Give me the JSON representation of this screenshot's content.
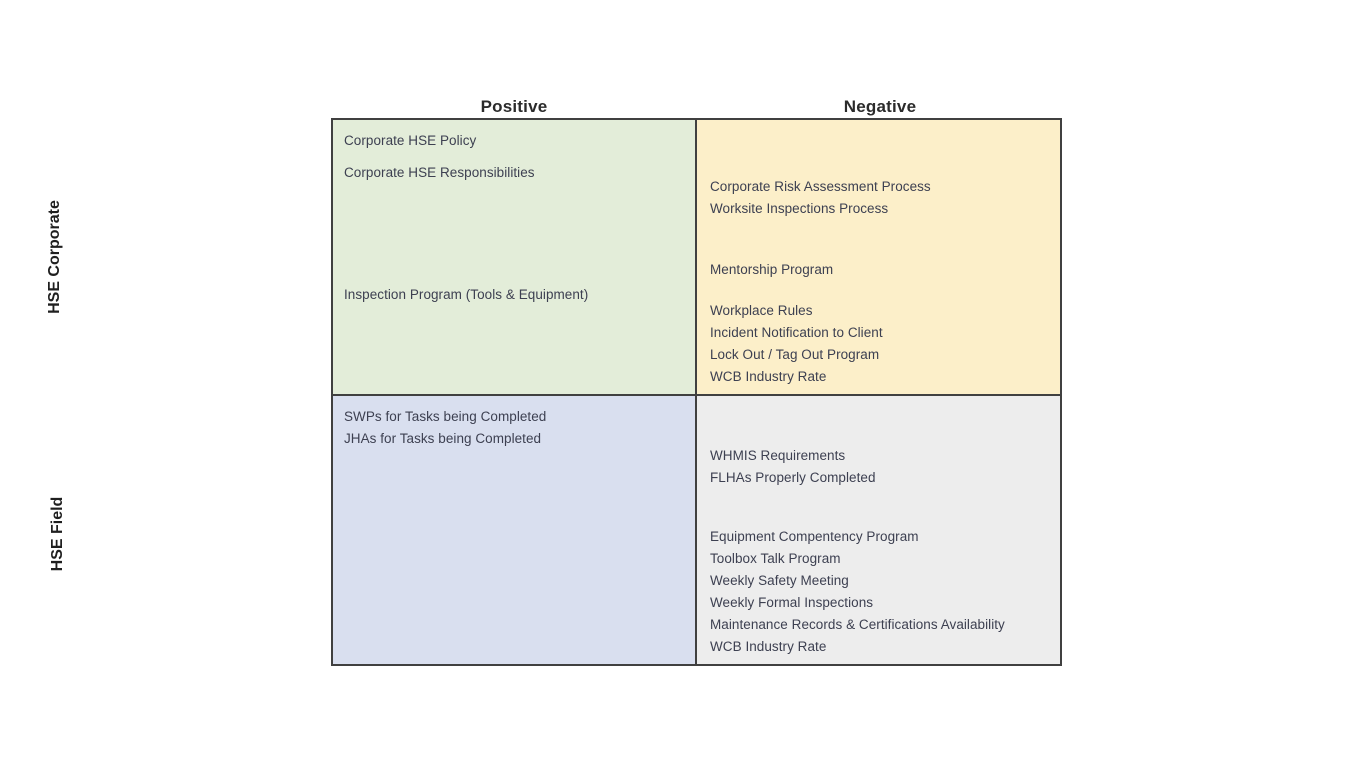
{
  "headers": {
    "columns": [
      "Positive",
      "Negative"
    ],
    "rows": [
      "HSE Corporate",
      "HSE Field"
    ]
  },
  "colors": {
    "positive_corporate": "#e3edd9",
    "negative_corporate": "#fcefc9",
    "positive_field": "#d9dfef",
    "negative_field": "#ededed",
    "border": "#404040",
    "text": "#3d4051",
    "header_text": "#1f1f1f"
  },
  "quadrants": {
    "corporate_positive": {
      "row": "HSE Corporate",
      "column": "Positive",
      "top_items": [
        "Corporate HSE Policy",
        "Corporate HSE Responsibilities"
      ],
      "bottom_items": [
        "Inspection Program (Tools & Equipment)"
      ]
    },
    "corporate_negative": {
      "row": "HSE Corporate",
      "column": "Negative",
      "group_a": [
        "Corporate Risk Assessment Process",
        "Worksite Inspections Process"
      ],
      "group_b": [
        "Mentorship Program"
      ],
      "group_c": [
        "Workplace Rules",
        "Incident Notification to Client",
        "Lock Out / Tag Out Program",
        "WCB Industry Rate"
      ]
    },
    "field_positive": {
      "row": "HSE Field",
      "column": "Positive",
      "top_items": [
        "SWPs for Tasks being Completed",
        "JHAs for Tasks being Completed"
      ]
    },
    "field_negative": {
      "row": "HSE Field",
      "column": "Negative",
      "group_a": [
        "WHMIS Requirements",
        "FLHAs Properly Completed"
      ],
      "group_b": [
        "Equipment Compentency Program",
        "Toolbox Talk Program",
        "Weekly Safety Meeting",
        "Weekly Formal Inspections",
        "Maintenance Records & Certifications Availability",
        "WCB Industry Rate"
      ]
    }
  }
}
